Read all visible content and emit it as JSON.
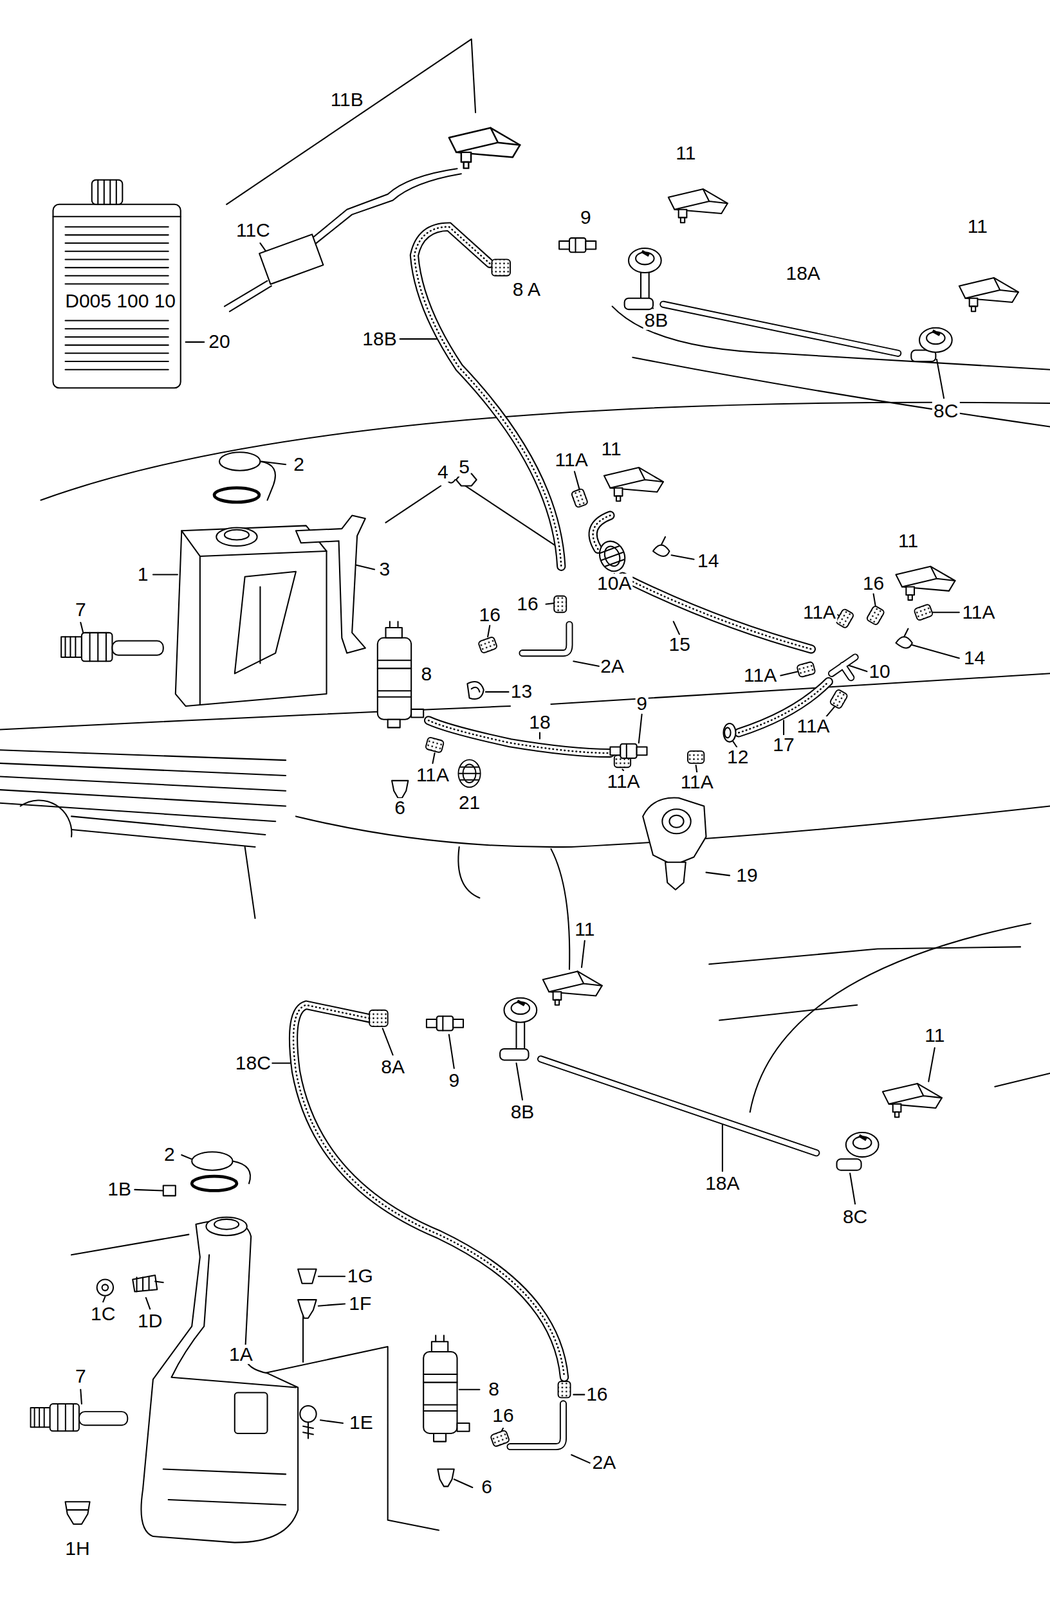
{
  "diagram": {
    "labels": [
      "11B",
      "11",
      "9",
      "11",
      "11C",
      "D005 100 10",
      "18A",
      "8 A",
      "8B",
      "20",
      "18B",
      "8C",
      "2",
      "4",
      "5",
      "11A",
      "11",
      "1",
      "3",
      "11",
      "7",
      "14",
      "10A",
      "16",
      "16",
      "11A",
      "11A",
      "16",
      "15",
      "10",
      "14",
      "2A",
      "8",
      "11A",
      "13",
      "9",
      "11A",
      "18",
      "17",
      "12",
      "11A",
      "11A",
      "11A",
      "21",
      "6",
      "19",
      "11",
      "11",
      "18C",
      "8A",
      "9",
      "8B",
      "2",
      "18A",
      "1B",
      "8C",
      "1G",
      "1F",
      "1C",
      "1D",
      "1A",
      "8",
      "7",
      "16",
      "16",
      "1E",
      "2A",
      "6",
      "1H"
    ]
  }
}
